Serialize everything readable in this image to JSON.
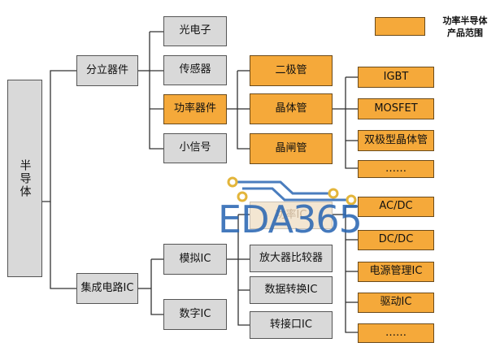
{
  "legend": {
    "label_line1": "功率半导体",
    "label_line2": "产品范围",
    "color": "#f5a93a"
  },
  "root": {
    "label": "半导体"
  },
  "level1": {
    "discrete": "分立器件",
    "ic": "集成电路IC"
  },
  "discrete_children": {
    "optoelectronics": "光电子",
    "sensor": "传感器",
    "power_device": "功率器件",
    "small_signal": "小信号"
  },
  "power_device_children": {
    "diode": "二极管",
    "transistor": "晶体管",
    "thyristor": "晶闸管"
  },
  "transistor_children": {
    "igbt": "IGBT",
    "mosfet": "MOSFET",
    "bjt": "双极型晶体管",
    "more": "……"
  },
  "ic_children": {
    "analog": "模拟IC",
    "digital": "数字IC"
  },
  "analog_children": {
    "power_ic": "功率IC",
    "amp_comparator": "放大器比较器",
    "data_converter": "数据转换IC",
    "interface": "转接口IC"
  },
  "power_ic_children": {
    "acdc": "AC/DC",
    "dcdc": "DC/DC",
    "pmic": "电源管理IC",
    "driver": "驱动IC",
    "more": "……"
  },
  "watermark": {
    "text": "EDA365",
    "color": "#2b67b3"
  }
}
